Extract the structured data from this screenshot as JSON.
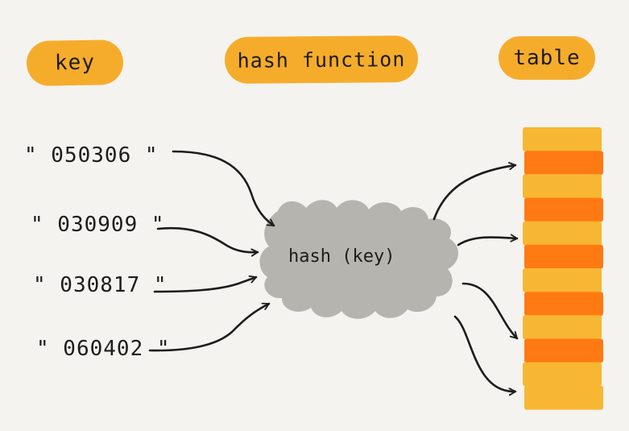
{
  "headers": {
    "key": "key",
    "hash_function": "hash function",
    "table": "table"
  },
  "keys": [
    "\" 050306 \"",
    "\" 030909 \"",
    "\" 030817 \"",
    "\" 060402 \""
  ],
  "function_label": "hash (key)",
  "colors": {
    "pill": "#f6ac2b",
    "cloud": "#b6b4ae",
    "table_light": "#f7b733",
    "table_dark": "#ff7a12",
    "ink": "#1c1c1c",
    "background": "#f5f3ef"
  },
  "table": {
    "slots": 12,
    "dark_slots": [
      1,
      3,
      5,
      7,
      9
    ]
  }
}
